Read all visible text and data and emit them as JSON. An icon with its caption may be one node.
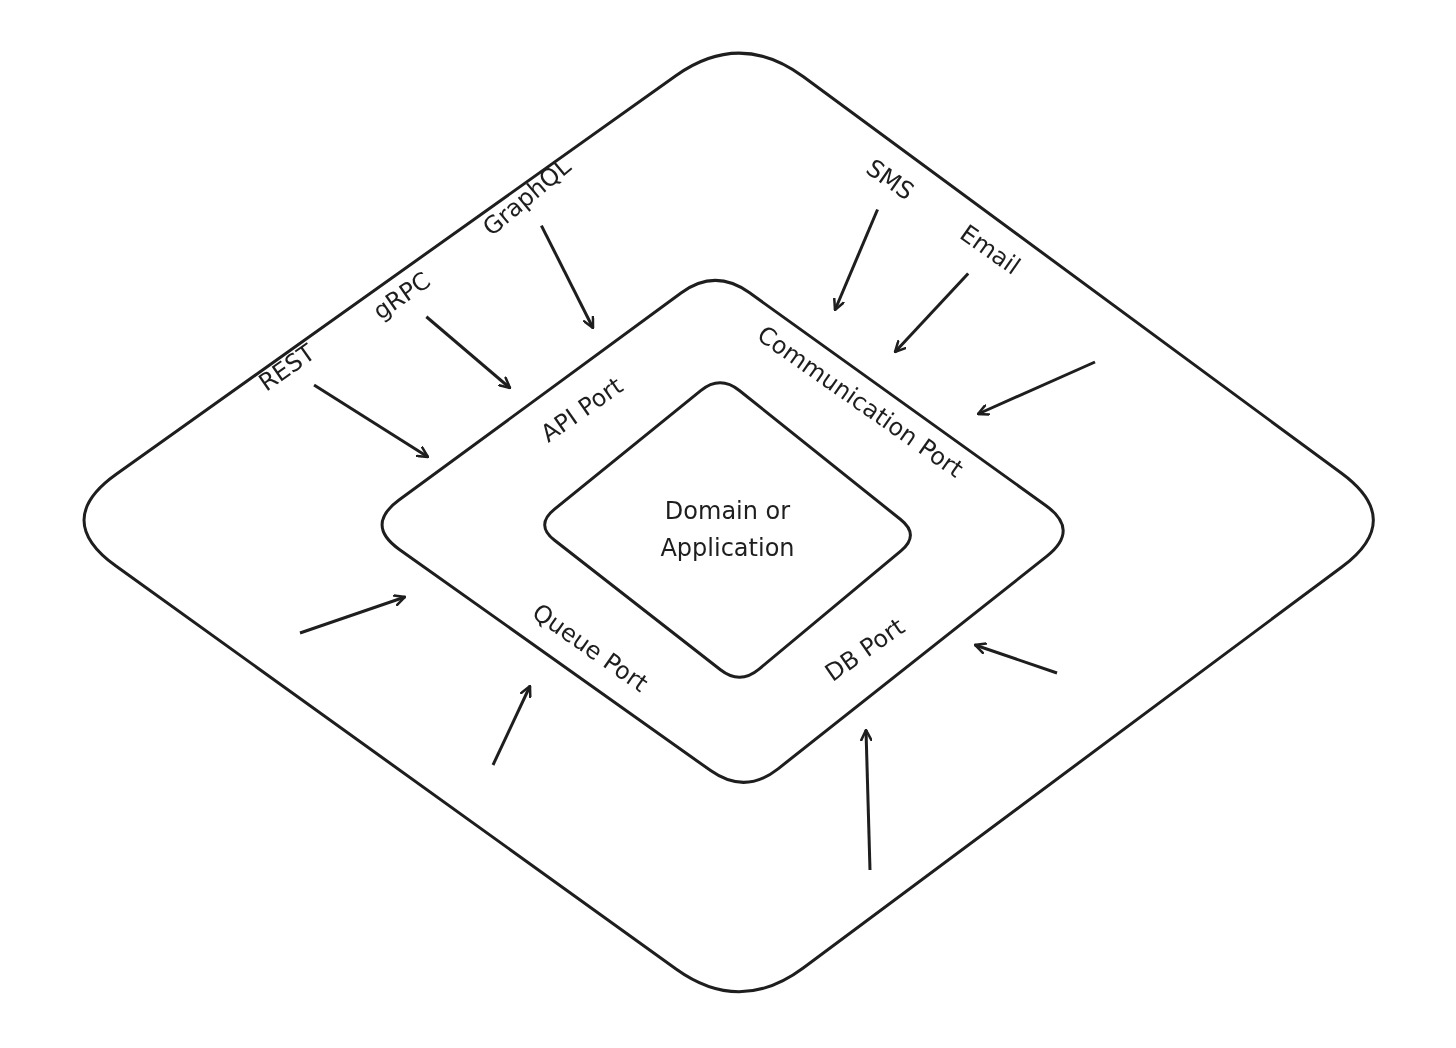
{
  "diagram": {
    "nodes": [
      {
        "text": [],
        "shape": "diamond"
      },
      {
        "text": [
          "API Port",
          "Communication Port",
          "Queue Port",
          "DB Port"
        ],
        "in": 0
      },
      {
        "text": [
          "Domain or Application"
        ],
        "in": 1
      },
      {
        "text": [
          "REST"
        ],
        "in": 0
      },
      {
        "text": [
          "gRPC"
        ],
        "in": 0
      },
      {
        "text": [
          "GraphQL"
        ],
        "in": 0
      },
      {
        "text": [
          "SMS"
        ],
        "in": 0
      },
      {
        "text": [
          "Email"
        ],
        "in": 0
      }
    ],
    "edges": [
      {
        "from": 3,
        "to": 1,
        "arrow": "to"
      },
      {
        "from": 4,
        "to": 1,
        "arrow": "to"
      },
      {
        "from": 5,
        "to": 1,
        "arrow": "to"
      },
      {
        "from": 6,
        "to": 1,
        "arrow": "to"
      },
      {
        "from": 7,
        "to": 1,
        "arrow": "to"
      },
      {
        "from": null,
        "to": 1,
        "arrow": "to"
      },
      {
        "from": null,
        "to": 1,
        "arrow": "to"
      },
      {
        "from": null,
        "to": 1,
        "arrow": "to"
      },
      {
        "from": null,
        "to": 1,
        "arrow": "to"
      },
      {
        "from": null,
        "to": 1,
        "arrow": "to"
      }
    ]
  }
}
